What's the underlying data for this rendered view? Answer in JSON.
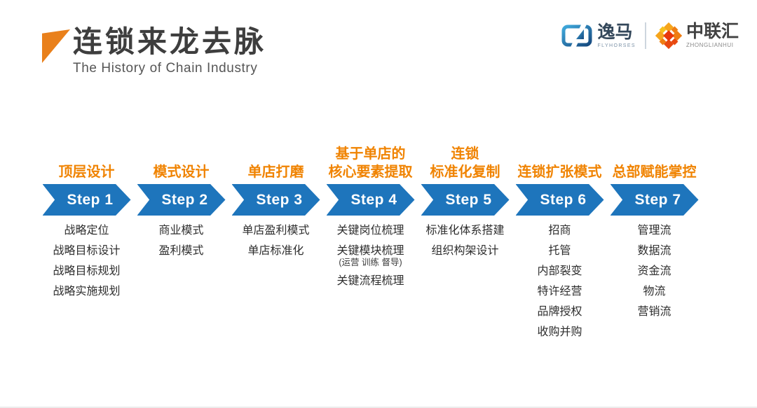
{
  "header": {
    "title": "连锁来龙去脉",
    "subtitle": "The History of Chain Industry"
  },
  "logos": {
    "flyhorses": {
      "name": "逸马",
      "tagline": "FLYHORSES"
    },
    "zhonglianhui": {
      "name": "中联汇",
      "tagline": "ZHONGLIANHUI"
    }
  },
  "colors": {
    "accent_orange": "#e9801b",
    "heading_orange": "#f08301",
    "arrow_blue": "#1e75bc",
    "title_gray": "#3e3e3e",
    "item_text": "#2e2e2e"
  },
  "steps": [
    {
      "heading_lines": [
        "顶层设计"
      ],
      "label": "Step 1",
      "items": [
        "战略定位",
        "战略目标设计",
        "战略目标规划",
        "战略实施规划"
      ]
    },
    {
      "heading_lines": [
        "模式设计"
      ],
      "label": "Step 2",
      "items": [
        "商业模式",
        "盈利模式"
      ]
    },
    {
      "heading_lines": [
        "单店打磨"
      ],
      "label": "Step 3",
      "items": [
        "单店盈利模式",
        "单店标准化"
      ]
    },
    {
      "heading_lines": [
        "基于单店的",
        "核心要素提取"
      ],
      "label": "Step 4",
      "items": [
        "关键岗位梳理",
        {
          "text": "关键模块梳理",
          "note": "(运营 训练 督导)"
        },
        "关键流程梳理"
      ]
    },
    {
      "heading_lines": [
        "连锁",
        "标准化复制"
      ],
      "label": "Step 5",
      "items": [
        "标准化体系搭建",
        "组织构架设计"
      ]
    },
    {
      "heading_lines": [
        "连锁扩张模式"
      ],
      "label": "Step 6",
      "items": [
        "招商",
        "托管",
        "内部裂变",
        "特许经营",
        "品牌授权",
        "收购并购"
      ]
    },
    {
      "heading_lines": [
        "总部赋能掌控"
      ],
      "label": "Step 7",
      "items": [
        "管理流",
        "数据流",
        "资金流",
        "物流",
        "营销流"
      ]
    }
  ]
}
